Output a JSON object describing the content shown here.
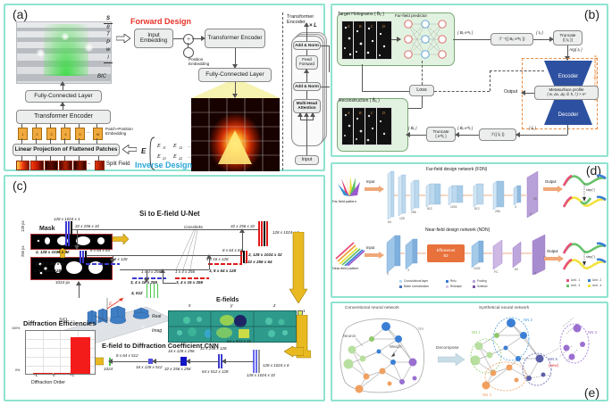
{
  "figure": {
    "panels": [
      "(a)",
      "(b)",
      "(c)",
      "(d)",
      "(e)"
    ],
    "accent_border": "#8ee3d0"
  },
  "panel_a": {
    "tag": "(a)",
    "forward_title": "Forward Design",
    "inverse_title": "Inverse Design",
    "forward_color": "#e8322a",
    "inverse_color": "#2aa7d8",
    "bic_label": "BIC",
    "params": [
      "S",
      "θ",
      "T",
      "P",
      "w",
      "l"
    ],
    "boxes": {
      "input_embedding": "Input\nEmbedding",
      "position_embedding": "Position\nEmbedding",
      "transformer_encoder_top": "Transformer Encoder",
      "fully_connected_top": "Fully-Connected Layer",
      "fully_connected_bottom": "Fully-Connected Layer",
      "transformer_encoder_bottom": "Transformer Encoder",
      "linear_projection": "Linear Projection of Flattened Patches"
    },
    "patch_labels": [
      "1",
      "2",
      "3",
      "4",
      "5",
      "…",
      "M"
    ],
    "patch_caption": "Patch+Position\nEmbedding",
    "split_field_label": "Split Field",
    "matrix": {
      "symbol": "E",
      "rows": [
        [
          "E",
          "11",
          "E",
          "12",
          "…"
        ],
        [
          "E",
          "21",
          "E",
          "22",
          "…"
        ],
        [
          "…",
          "",
          "…",
          ""
        ]
      ]
    },
    "encoder_detail": {
      "title": "Transformer Encoder",
      "repeat": "× L",
      "blocks": [
        "Add & Norm",
        "Feed\nForward",
        "Add & Norm",
        "Multi-Head\nAttention",
        "Input"
      ]
    }
  },
  "panel_b": {
    "tag": "(b)",
    "target_holograms": "Target Holograms ( Bᵢⱼ )",
    "far_field_predictor": "Far-field predictor",
    "reconstruction": "Reconstruction ( B́ᵢⱼ )",
    "loss": "Loss",
    "output": "Output",
    "encoder": "Encoder",
    "decoder": "Decoder",
    "metasurface_title": "Metasurface profile",
    "metasurface_params": "( w, Δx, Δy, θ, h, l ) × n²",
    "inverse_design_component": "Inverse design component",
    "flow_labels": {
      "l1": "{ Bᵢⱼ eⁱᵠᵢⱼ }",
      "l2": "ℱ⁻¹({ Bᵢⱼ eⁱᵠᵢⱼ })",
      "l3": "{ tᵢⱼ }",
      "l4": "Truncate\n|{ tᵢⱼ }|",
      "l5": "Arg{ tᵢⱼ }",
      "l6": "{ t́ᵢⱼ }",
      "l7": "ℱ({ t́ᵢⱼ })",
      "l8": "{ B́ᵢⱼ eⁱᵠ́ᵢⱼ }",
      "l9": "Truncate\n{ eⁱᵠ́ᵢⱼ }",
      "l10": "{ B́ᵢⱼ }"
    }
  },
  "panel_c": {
    "tag": "(c)",
    "unet_title": "Si to E-field U-Net",
    "cnn_title": "E-field to Diffraction Coefficient CNN",
    "mask_label": "Mask",
    "mask_dim_h": "128 px",
    "mask_dim_v": "256 px",
    "mask_dim_w": "1024 px",
    "crosslinks": "Crosslinks",
    "sio2": "SiO₂",
    "si": "Si",
    "efield_symbol": "E",
    "efields_title": "E-fields",
    "efield_cols": [
      "x",
      "y",
      "z"
    ],
    "efield_rows": [
      "Real",
      "Imag"
    ],
    "cbar_max": "1",
    "cbar_min": "-1",
    "unet_left_labels": [
      "128 x 1024 x 1",
      "32 x 256 x 32",
      "2, 128 x 1024 x 32",
      "2, 32 x 256 x 64",
      "8 x 64 x 64",
      "4 x 16 x 128",
      "3, 8 x 64 x 128",
      "1 x 4 x 256",
      "3, 4 x 16 x 256",
      "4, 512"
    ],
    "unet_right_labels": [
      "32 x 256 x 32",
      "128 x 1024 x 6",
      "8 x 64 x 64",
      "2, 128 x 1024 x 32",
      "4 x 16 x 128",
      "2, 32 x 256 x 64",
      "1 x 4 x 256",
      "3, 8 x 64 x 128",
      "3, 4 x 16 x 256"
    ],
    "cnn_labels": [
      "128 x 1024 x 6",
      "128 x 1024 x 32",
      "64 x 512 x 32",
      "64 x 512 x 128",
      "32 x 256 x 128",
      "32 x 256 x 256",
      "16 x 128 x 256",
      "16 x 128 x 512",
      "8 x 64 x 512",
      "1024"
    ],
    "chart_data": {
      "type": "bar",
      "title": "Diffraction Efficiencies",
      "categories": [
        "-1",
        "0",
        "+1"
      ],
      "values": [
        1.5,
        0.8,
        85
      ],
      "xlabel": "Diffraction Order",
      "ylabel": "",
      "ylim": [
        0,
        100
      ],
      "ytick_labels": [
        "100%",
        "0%"
      ],
      "bar_color": "#f41b1b",
      "grid": true
    }
  },
  "panel_d": {
    "tag": "(d)",
    "fdn_title": "Far-field design network (FDN)",
    "ndn_title": "Near-field design network (NDN)",
    "input_label": "Input",
    "output_label": "Output",
    "far_field_pattern": "Far-field pattern",
    "near_field_pattern": "Near-field pattern",
    "efficientnet": "Efficientnet\nB3",
    "fdn_dims": [
      "64",
      "128",
      "256",
      "512",
      "1024",
      "512",
      "256",
      "3",
      "4",
      "20"
    ],
    "ndn_dims": [
      "3",
      "3",
      "1024",
      "FC",
      "64",
      "4",
      "20"
    ],
    "step_label": "step(°)",
    "legend": [
      {
        "label": "Convolutional layer",
        "color": "#bcd9ee"
      },
      {
        "label": "Batch normalization",
        "color": "#4472c4"
      },
      {
        "label": "Relu",
        "color": "#3a7fd5"
      },
      {
        "label": "Reshape",
        "color": "#d8c8e8"
      },
      {
        "label": "Pooling",
        "color": "#b9a5d6"
      },
      {
        "label": "Softmax",
        "color": "#7a55a8"
      }
    ],
    "unit_legend": [
      {
        "label": "Unit - 1",
        "color": "#e8507a"
      },
      {
        "label": "Unit - 2",
        "color": "#3a7fd5"
      },
      {
        "label": "Unit - 3",
        "color": "#66c26a"
      },
      {
        "label": "Unit - 4",
        "color": "#f2e33c"
      }
    ]
  },
  "panel_e": {
    "tag": "(e)",
    "conventional_title": "Conventional neural network",
    "synthetical_title": "Synthetical neural network",
    "decompose": "Decompose",
    "neuron_label": "Neuron",
    "weight_label": "Weight",
    "nn_label": "NN",
    "groups": [
      "NN 1",
      "NN 2",
      "NN 3",
      "NN 4",
      "NN 5"
    ],
    "new_tag": "(new)",
    "group_colors": [
      "#8fce6a",
      "#4f9fe0",
      "#9a6fd0",
      "#f0a060",
      "#5a5fa8"
    ]
  }
}
